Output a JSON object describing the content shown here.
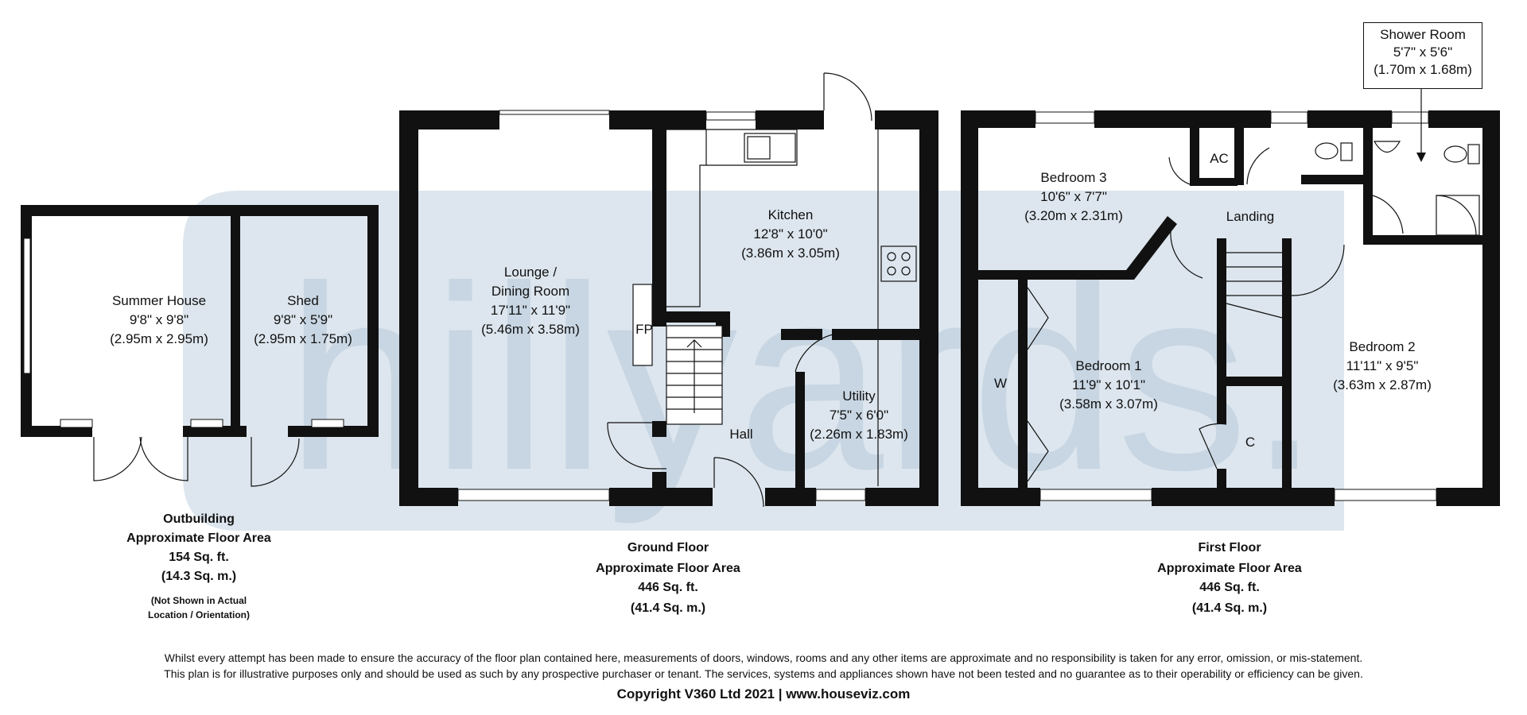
{
  "watermark": {
    "text": "hillyards.",
    "color": "#dde6ee"
  },
  "outbuilding": {
    "summer_house": {
      "name": "Summer House",
      "imperial": "9'8\" x 9'8\"",
      "metric": "(2.95m x 2.95m)"
    },
    "shed": {
      "name": "Shed",
      "imperial": "9'8\" x 5'9\"",
      "metric": "(2.95m x 1.75m)"
    },
    "area": {
      "title": "Outbuilding",
      "subtitle": "Approximate Floor Area",
      "sqft": "154 Sq. ft.",
      "sqm": "(14.3 Sq. m.)",
      "note1": "(Not Shown in Actual",
      "note2": "Location / Orientation)"
    }
  },
  "ground_floor": {
    "lounge": {
      "name1": "Lounge /",
      "name2": "Dining Room",
      "imperial": "17'11\" x 11'9\"",
      "metric": "(5.46m x 3.58m)"
    },
    "fireplace": "FP",
    "kitchen": {
      "name": "Kitchen",
      "imperial": "12'8\" x 10'0\"",
      "metric": "(3.86m x 3.05m)"
    },
    "utility": {
      "name": "Utility",
      "imperial": "7'5\" x 6'0\"",
      "metric": "(2.26m x 1.83m)"
    },
    "hall": "Hall",
    "area": {
      "title": "Ground Floor",
      "subtitle": "Approximate Floor Area",
      "sqft": "446 Sq. ft.",
      "sqm": "(41.4 Sq. m.)"
    }
  },
  "first_floor": {
    "bedroom3": {
      "name": "Bedroom 3",
      "imperial": "10'6\" x 7'7\"",
      "metric": "(3.20m x 2.31m)"
    },
    "ac": "AC",
    "landing": "Landing",
    "shower_room": {
      "name": "Shower Room",
      "imperial": "5'7\" x 5'6\"",
      "metric": "(1.70m x 1.68m)"
    },
    "bedroom1": {
      "name": "Bedroom 1",
      "imperial": "11'9\" x 10'1\"",
      "metric": "(3.58m x 3.07m)"
    },
    "wardrobe": "W",
    "cupboard": "C",
    "bedroom2": {
      "name": "Bedroom 2",
      "imperial": "11'11\" x 9'5\"",
      "metric": "(3.63m x 2.87m)"
    },
    "area": {
      "title": "First Floor",
      "subtitle": "Approximate Floor Area",
      "sqft": "446 Sq. ft.",
      "sqm": "(41.4 Sq. m.)"
    }
  },
  "footer": {
    "disclaimer1": "Whilst every attempt has been made to ensure the accuracy of the floor plan contained here, measurements of doors, windows, rooms and any other items are approximate and no responsibility is taken for any error, omission, or mis-statement.",
    "disclaimer2": "This plan is for illustrative purposes only and should be used as such by any prospective purchaser or tenant. The services, systems and appliances shown have not been tested and no guarantee as to their operability or efficiency can be given.",
    "copyright": "Copyright V360 Ltd 2021 | www.houseviz.com"
  }
}
